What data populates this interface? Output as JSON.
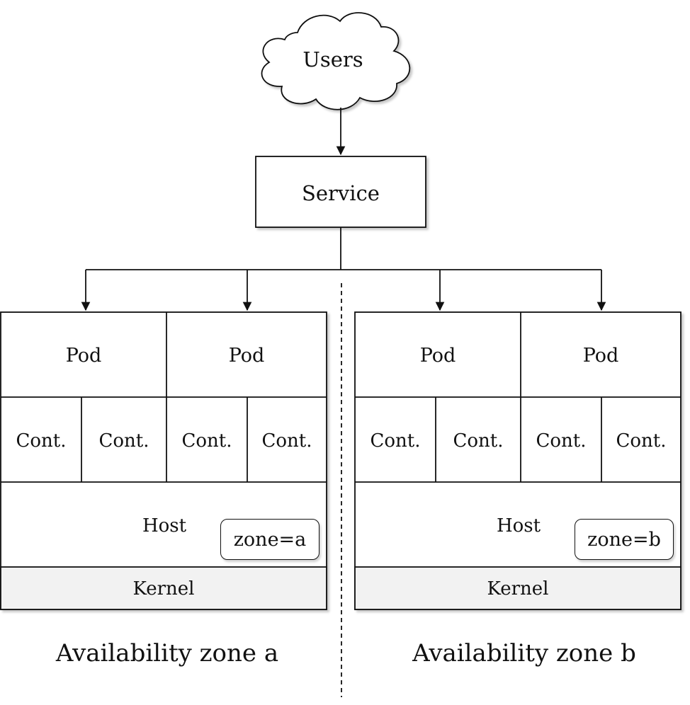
{
  "diagram": {
    "users": "Users",
    "service": "Service",
    "zones": [
      {
        "pods": [
          "Pod",
          "Pod"
        ],
        "containers": [
          "Cont.",
          "Cont.",
          "Cont.",
          "Cont."
        ],
        "host": "Host",
        "tag": "zone=a",
        "kernel": "Kernel",
        "caption": "Availability zone a"
      },
      {
        "pods": [
          "Pod",
          "Pod"
        ],
        "containers": [
          "Cont.",
          "Cont.",
          "Cont.",
          "Cont."
        ],
        "host": "Host",
        "tag": "zone=b",
        "kernel": "Kernel",
        "caption": "Availability zone b"
      }
    ]
  },
  "colors": {
    "stroke": "#111111",
    "kernel_fill": "#f2f2f2",
    "background": "#ffffff"
  }
}
